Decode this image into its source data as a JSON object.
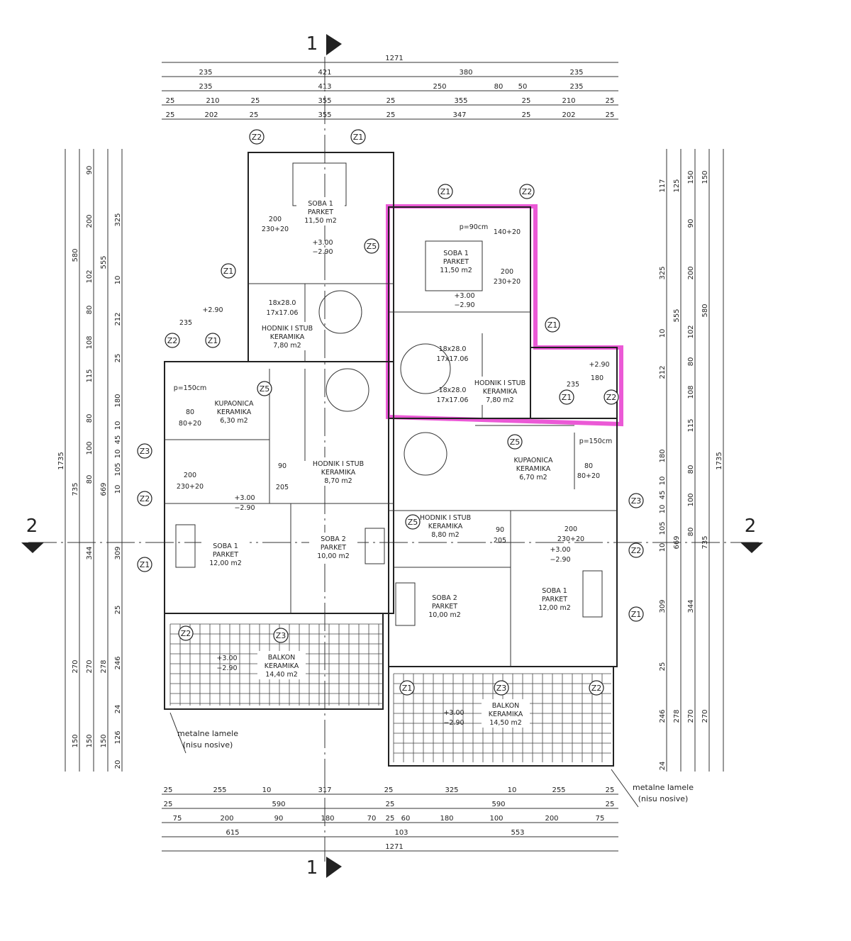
{
  "colors": {
    "highlight": "#e83ccf",
    "ink": "#222222"
  },
  "section_markers": {
    "top": "1",
    "bottom": "1",
    "left": "2",
    "right": "2"
  },
  "dims": {
    "top": [
      [
        "1271"
      ],
      [
        "235",
        "421",
        "380",
        "235"
      ],
      [
        "235",
        "413",
        "250",
        "80",
        "50",
        "235"
      ],
      [
        "25",
        "210",
        "25",
        "355",
        "25",
        "355",
        "25",
        "210",
        "25"
      ],
      [
        "25",
        "202",
        "25",
        "355",
        "25",
        "347",
        "25",
        "202",
        "25"
      ]
    ],
    "bottom": [
      [
        "25",
        "255",
        "10",
        "317",
        "25",
        "325",
        "10",
        "255",
        "25"
      ],
      [
        "25",
        "590",
        "25",
        "590",
        "25"
      ],
      [
        "75",
        "200",
        "90",
        "180",
        "70",
        "25",
        "60",
        "180",
        "100",
        "200",
        "75"
      ],
      [
        "615",
        "103",
        "553"
      ],
      [
        "1271"
      ]
    ],
    "left": [
      [
        "1735"
      ],
      [
        "580",
        "735",
        "270",
        "150"
      ],
      [
        "90",
        "200",
        "102",
        "80",
        "108",
        "115",
        "80",
        "100",
        "80",
        "344",
        "270",
        "150"
      ],
      [
        "555",
        "669",
        "278",
        "150"
      ],
      [
        "325",
        "10",
        "212",
        "25",
        "180",
        "10",
        "45",
        "10",
        "105",
        "10",
        "309",
        "25",
        "246",
        "24",
        "126",
        "20"
      ]
    ],
    "right": [
      [
        "117",
        "325",
        "10",
        "212",
        "180",
        "10",
        "45",
        "10",
        "105",
        "10",
        "309",
        "25",
        "246",
        "24"
      ],
      [
        "125",
        "555",
        "669",
        "278"
      ],
      [
        "150",
        "90",
        "200",
        "102",
        "80",
        "108",
        "115",
        "80",
        "100",
        "80",
        "344",
        "270"
      ],
      [
        "150",
        "580",
        "735",
        "270"
      ],
      [
        "1735"
      ]
    ]
  },
  "rooms": [
    {
      "name": "SOBA 1",
      "floor": "PARKET",
      "area": "11,50 m2"
    },
    {
      "name": "SOBA 1",
      "floor": "PARKET",
      "area": "11,50 m2"
    },
    {
      "name": "HODNIK I STUB",
      "floor": "KERAMIKA",
      "area": "7,80 m2"
    },
    {
      "name": "HODNIK I STUB",
      "floor": "KERAMIKA",
      "area": "7,80 m2"
    },
    {
      "name": "KUPAONICA",
      "floor": "KERAMIKA",
      "area": "6,30 m2"
    },
    {
      "name": "KUPAONICA",
      "floor": "KERAMIKA",
      "area": "6,70 m2"
    },
    {
      "name": "HODNIK I STUB",
      "floor": "KERAMIKA",
      "area": "8,70 m2"
    },
    {
      "name": "HODNIK I STUB",
      "floor": "KERAMIKA",
      "area": "8,80 m2"
    },
    {
      "name": "SOBA 1",
      "floor": "PARKET",
      "area": "12,00 m2"
    },
    {
      "name": "SOBA 2",
      "floor": "PARKET",
      "area": "10,00 m2"
    },
    {
      "name": "SOBA 2",
      "floor": "PARKET",
      "area": "10,00 m2"
    },
    {
      "name": "SOBA 1",
      "floor": "PARKET",
      "area": "12,00 m2"
    },
    {
      "name": "BALKON",
      "floor": "KERAMIKA",
      "area": "14,40 m2"
    },
    {
      "name": "BALKON",
      "floor": "KERAMIKA",
      "area": "14,50 m2"
    }
  ],
  "annotations": {
    "lamele_line1": "metalne lamele",
    "lamele_line2": "(nisu nosive)"
  },
  "notes": [
    "+3.00",
    "−2.90",
    "200",
    "230+20",
    "p=90cm",
    "80",
    "140+20",
    "18x28.0",
    "17x17.06",
    "90",
    "205",
    "+2.90",
    "235",
    "180",
    "p=150cm",
    "80+20"
  ],
  "zones": [
    "Z1",
    "Z2",
    "Z3",
    "Z5"
  ]
}
